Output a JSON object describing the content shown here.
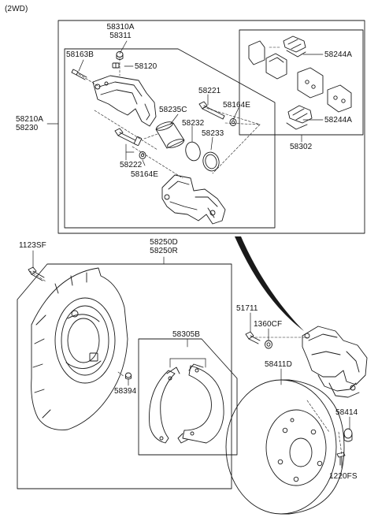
{
  "header": {
    "variant": "(2WD)"
  },
  "callouts": {
    "caliper_assy_top": "58310A",
    "caliper_assy_bottom": "58311",
    "caliper_housing_top": "58210A",
    "caliper_housing_bottom": "58230",
    "bleeder_screw": "58163B",
    "bleeder_cap": "58120",
    "guide_rod_upper": "58221",
    "boot_upper": "58164E",
    "piston": "58235C",
    "piston_seal": "58232",
    "piston_boot": "58233",
    "guide_rod_lower": "58222",
    "boot_lower": "58164E",
    "pad_spring_upper": "58244A",
    "pad_spring_lower": "58244A",
    "pad_kit": "58302",
    "backing_bolt": "1123SF",
    "backing_plate_top": "58250D",
    "backing_plate_bottom": "58250R",
    "parking_shoe_kit": "58305B",
    "plug": "58394",
    "caliper_bolt": "51711",
    "washer": "1360CF",
    "disc": "58411D",
    "hub_cap": "58414",
    "disc_screw": "1220FS"
  },
  "colors": {
    "line": "#1a1a1a",
    "background": "#ffffff"
  }
}
